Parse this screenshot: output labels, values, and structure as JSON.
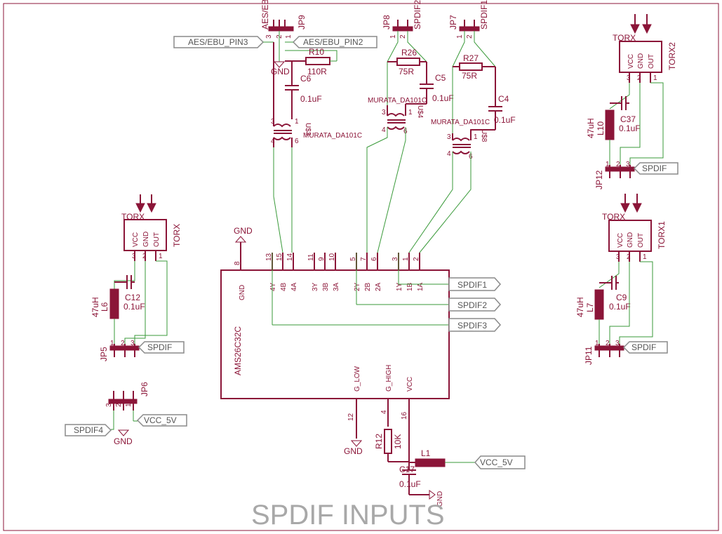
{
  "colors": {
    "part": "#8b1538",
    "wire": "#3a9a3a",
    "title": "#a8a8a8",
    "net_flag": "#8a8a8a"
  },
  "title": "SPDIF INPUTS",
  "ic": {
    "name": "AMS26C32C",
    "pins_top": [
      {
        "num": "8",
        "name": "GND"
      },
      {
        "num": "13",
        "name": "4Y"
      },
      {
        "num": "15",
        "name": "4B"
      },
      {
        "num": "14",
        "name": "4A"
      },
      {
        "num": "11",
        "name": "3Y"
      },
      {
        "num": "9",
        "name": "3B"
      },
      {
        "num": "10",
        "name": "3A"
      },
      {
        "num": "5",
        "name": "2Y"
      },
      {
        "num": "7",
        "name": "2B"
      },
      {
        "num": "6",
        "name": "2A"
      },
      {
        "num": "3",
        "name": "1Y"
      },
      {
        "num": "1",
        "name": "1B"
      },
      {
        "num": "2",
        "name": "1A"
      }
    ],
    "pins_bottom": [
      {
        "num": "12",
        "name": "G_LOW"
      },
      {
        "num": "4",
        "name": "G_HIGH"
      },
      {
        "num": "16",
        "name": "VCC"
      }
    ]
  },
  "net_labels": {
    "aes_pin3": "AES/EBU_PIN3",
    "aes_pin2": "AES/EBU_PIN2",
    "spdif1": "SPDIF1",
    "spdif2": "SPDIF2",
    "spdif3": "SPDIF3",
    "spdif4": "SPDIF4",
    "vcc_5v_a": "VCC_5V",
    "vcc_5v_b": "VCC_5V",
    "spdif_a": "SPDIF",
    "spdif_b": "SPDIF",
    "spdif_c": "SPDIF",
    "gnd": "GND"
  },
  "connectors": {
    "jp9": "JP9",
    "jp9_label": "AES/EBU",
    "jp8": "JP8",
    "jp8_label": "SPDIF2",
    "jp7": "JP7",
    "jp7_label": "SPDIF1",
    "jp6": "JP6",
    "jp5": "JP5",
    "jp11": "JP11",
    "jp12": "JP12",
    "pin1": "1",
    "pin2": "2",
    "pin3": "3"
  },
  "resistors": {
    "r10": "R10",
    "r10_val": "110R",
    "r26": "R26",
    "r26_val": "75R",
    "r27": "R27",
    "r27_val": "75R",
    "r12": "R12",
    "r12_val": "10K"
  },
  "capacitors": {
    "c6": "C6",
    "c5": "C5",
    "c4": "C4",
    "c12": "C12",
    "c37": "C37",
    "c9": "C9",
    "c17": "C17",
    "val": "0.1uF"
  },
  "inductors": {
    "l6": "L6",
    "l7": "L7",
    "l10": "L10",
    "l1": "L1",
    "val": "47uH"
  },
  "transformers": {
    "u3": "U$3",
    "u4": "U$4",
    "u8": "U$8",
    "part": "MURATA_DA101C",
    "pins": [
      "3",
      "4",
      "1",
      "6"
    ]
  },
  "torx": {
    "name": "TORX",
    "torx": "TORX",
    "torx1": "TORX1",
    "torx2": "TORX2",
    "pin_vcc": "VCC",
    "pin_gnd": "GND",
    "pin_out": "OUT",
    "p1": "1",
    "p2": "2",
    "p3": "3"
  }
}
